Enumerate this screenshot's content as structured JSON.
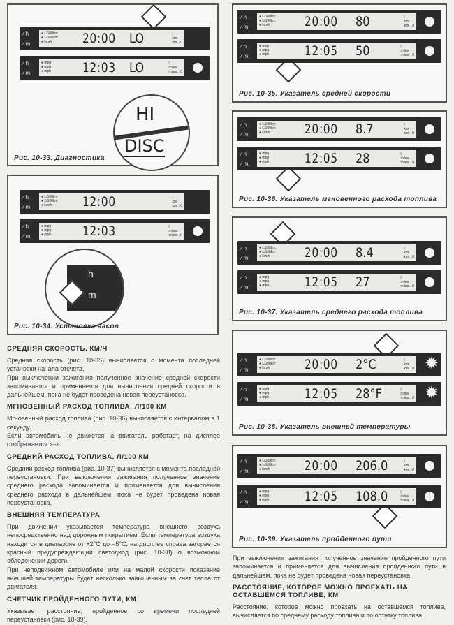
{
  "figures": {
    "f33": {
      "caption": "Рис. 10-33. Диагностика",
      "zoom_top": "HI",
      "zoom_bottom": "DISC",
      "displays": [
        {
          "t": "20:00",
          "v": "LO",
          "ul": [
            "L/100km",
            "L/100km",
            "km/h"
          ],
          "ur": [
            "l",
            "km",
            "km→0"
          ],
          "end": "none"
        },
        {
          "t": "12:03",
          "v": "LO",
          "ul": [
            "mpg",
            "mpg",
            "mph"
          ],
          "ur": [
            "l",
            "miles",
            "miles→0"
          ],
          "end": "dot"
        }
      ]
    },
    "f34": {
      "caption": "Рис. 10-34. Установка часов",
      "inset_h": "h",
      "inset_m": "m",
      "displays": [
        {
          "t": "12:00",
          "v": "",
          "ul": [
            "L/100km",
            "L/100km",
            "km/h"
          ],
          "ur": [
            "l",
            "km",
            "km→0"
          ],
          "end": "none"
        },
        {
          "t": "12:03",
          "v": "",
          "ul": [
            "mpg",
            "mpg",
            "mph"
          ],
          "ur": [
            "l",
            "miles",
            "miles→0"
          ],
          "end": "dot"
        }
      ]
    },
    "f35": {
      "caption": "Рис. 10-35. Указатель средней скорости",
      "displays": [
        {
          "t": "20:00",
          "v": "80",
          "ul": [
            "L/100km",
            "L/100km",
            "km/h"
          ],
          "ur": [
            "l",
            "km",
            "km→0"
          ],
          "end": "dot"
        },
        {
          "t": "12:05",
          "v": "50",
          "ul": [
            "mpg",
            "mpg",
            "mph"
          ],
          "ur": [
            "l",
            "miles",
            "miles→0"
          ],
          "end": "dot"
        }
      ]
    },
    "f36": {
      "caption": "Рис. 10-36. Указатель мгновенного расхода топлива",
      "displays": [
        {
          "t": "20:00",
          "v": "8.7",
          "ul": [
            "L/100km",
            "L/100km",
            "km/h"
          ],
          "ur": [
            "l",
            "km",
            "km→0"
          ],
          "end": "dot"
        },
        {
          "t": "12:05",
          "v": "28",
          "ul": [
            "mpg",
            "mpg",
            "mph"
          ],
          "ur": [
            "l",
            "miles",
            "miles→0"
          ],
          "end": "dot"
        }
      ]
    },
    "f37": {
      "caption": "Рис. 10-37. Указатель среднего расхода топлива",
      "displays": [
        {
          "t": "20:00",
          "v": "8.4",
          "ul": [
            "L/100km",
            "L/100km",
            "km/h"
          ],
          "ur": [
            "l",
            "km",
            "km→0"
          ],
          "end": "dot"
        },
        {
          "t": "12:05",
          "v": "27",
          "ul": [
            "mpg",
            "mpg",
            "mph"
          ],
          "ur": [
            "l",
            "miles",
            "miles→0"
          ],
          "end": "dot"
        }
      ]
    },
    "f38": {
      "caption": "Рис. 10-38. Указатель внешней температуры",
      "displays": [
        {
          "t": "20:00",
          "v": "2°C",
          "ul": [
            "L/100km",
            "L/100km",
            "km/h"
          ],
          "ur": [
            "l",
            "km",
            "km→0"
          ],
          "end": "sun"
        },
        {
          "t": "12:05",
          "v": "28°F",
          "ul": [
            "mpg",
            "mpg",
            "mph"
          ],
          "ur": [
            "l",
            "miles",
            "miles→0"
          ],
          "end": "sun"
        }
      ]
    },
    "f39": {
      "caption": "Рис. 10-39. Указатель пройденного пути",
      "displays": [
        {
          "t": "20:00",
          "v": "206.0",
          "ul": [
            "L/100km",
            "L/100km",
            "km/h"
          ],
          "ur": [
            "l",
            "km",
            "km→0"
          ],
          "end": "dot"
        },
        {
          "t": "12:05",
          "v": "108.0",
          "ul": [
            "mpg",
            "mpg",
            "mph"
          ],
          "ur": [
            "l",
            "miles",
            "miles→0"
          ],
          "end": "dot"
        }
      ]
    }
  },
  "hm": {
    "h": "h",
    "m": "m"
  },
  "left_text": [
    {
      "h": "Средняя скорость, км/ч",
      "p": [
        "Средняя скорость (рис. 10-35) вычисляется с момента последней установки начала отсчета.",
        "При выключении зажигания полученное значение средней скорости запоминается и применяется для вычисления средней скорости в дальнейшем, пока не будет проведена новая переустановка."
      ]
    },
    {
      "h": "Мгновенный расход топлива, л/100 км",
      "p": [
        "Мгновенный расход топлива (рис. 10-36) вычисляется с интервалом в 1 секунду.",
        "Если автомобиль не движется, а двигатель работает, на дисплее отображается «–»."
      ]
    },
    {
      "h": "Средний расход топлива, л/100 км",
      "p": [
        "Средний расход топлива (рис. 10-37) вычисляется с момента последней переустановки. При выключении зажигания полученное значение среднего расхода запоминается и применяется для вычисления среднего расхода в дальнейшем, пока не будет проведена новая переустановка."
      ]
    },
    {
      "h": "Внешняя температура",
      "p": [
        "При движении указывается температура внешнего воздуха непосредственно над дорожным покрытием. Если температура воздуха находится в диапазоне от +2°C до –5°C, на дисплее справа загорается красный предупреждающий светодиод (рис. 10-38) о возможном обледенении дороги.",
        "При неподвижном автомобиле или на малой скорости показание внешней температуры будет несколько завышенным за счет тепла от двигателя."
      ]
    },
    {
      "h": "Счетчик пройденного пути, км",
      "p": [
        "Указывает расстояние, пройденное со времени последней переустановки (рис. 10-39)."
      ]
    }
  ],
  "right_text": [
    {
      "h": "",
      "p": [
        "При выключении зажигания полученное значение пройденного пути запоминается и применяется для вычисления пройденного пути в дальнейшем, пока не будет проведена новая переустановка."
      ]
    },
    {
      "h": "Расстояние, которое можно проехать на оставшемся топливе, км",
      "p": [
        "Расстояние, которое можно проехать на оставшемся топливе, вычисляется по среднему расходу топлива и по остатку топлива"
      ]
    }
  ]
}
